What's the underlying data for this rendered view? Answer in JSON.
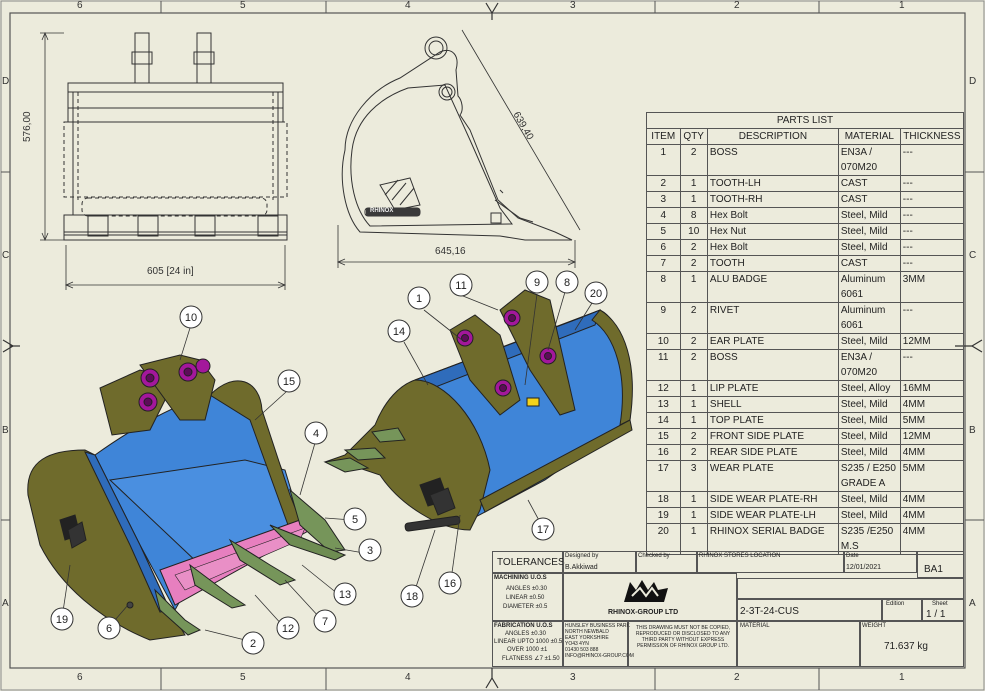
{
  "zones": {
    "columns": [
      "6",
      "5",
      "4",
      "3",
      "2",
      "1"
    ],
    "rows": [
      "D",
      "C",
      "B",
      "A"
    ]
  },
  "dimensions": {
    "front_height": "576,00",
    "front_width": "605 [24 in]",
    "side_diag": "639,40",
    "side_width": "645,16"
  },
  "side_view_badge": "RHINOX",
  "parts_list": {
    "title": "PARTS LIST",
    "headers": [
      "ITEM",
      "QTY",
      "DESCRIPTION",
      "MATERIAL",
      "THICKNESS"
    ],
    "rows": [
      {
        "item": "1",
        "qty": "2",
        "desc": "BOSS",
        "mat": "EN3A / 070M20",
        "thk": "---"
      },
      {
        "item": "2",
        "qty": "1",
        "desc": "TOOTH-LH",
        "mat": "CAST",
        "thk": "---"
      },
      {
        "item": "3",
        "qty": "1",
        "desc": "TOOTH-RH",
        "mat": "CAST",
        "thk": "---"
      },
      {
        "item": "4",
        "qty": "8",
        "desc": "Hex Bolt",
        "mat": "Steel, Mild",
        "thk": "---"
      },
      {
        "item": "5",
        "qty": "10",
        "desc": "Hex Nut",
        "mat": "Steel, Mild",
        "thk": "---"
      },
      {
        "item": "6",
        "qty": "2",
        "desc": "Hex Bolt",
        "mat": "Steel, Mild",
        "thk": "---"
      },
      {
        "item": "7",
        "qty": "2",
        "desc": "TOOTH",
        "mat": "CAST",
        "thk": "---"
      },
      {
        "item": "8",
        "qty": "1",
        "desc": "ALU BADGE",
        "mat": "Aluminum 6061",
        "thk": "3MM"
      },
      {
        "item": "9",
        "qty": "2",
        "desc": "RIVET",
        "mat": "Aluminum 6061",
        "thk": "---"
      },
      {
        "item": "10",
        "qty": "2",
        "desc": "EAR PLATE",
        "mat": "Steel, Mild",
        "thk": "12MM"
      },
      {
        "item": "11",
        "qty": "2",
        "desc": "BOSS",
        "mat": "EN3A / 070M20",
        "thk": "---"
      },
      {
        "item": "12",
        "qty": "1",
        "desc": "LIP PLATE",
        "mat": "Steel, Alloy",
        "thk": "16MM"
      },
      {
        "item": "13",
        "qty": "1",
        "desc": "SHELL",
        "mat": "Steel, Mild",
        "thk": "4MM"
      },
      {
        "item": "14",
        "qty": "1",
        "desc": "TOP PLATE",
        "mat": "Steel, Mild",
        "thk": "5MM"
      },
      {
        "item": "15",
        "qty": "2",
        "desc": "FRONT SIDE PLATE",
        "mat": "Steel, Mild",
        "thk": "12MM"
      },
      {
        "item": "16",
        "qty": "2",
        "desc": "REAR SIDE PLATE",
        "mat": "Steel, Mild",
        "thk": "4MM"
      },
      {
        "item": "17",
        "qty": "3",
        "desc": "WEAR PLATE",
        "mat": "S235 / E250 GRADE A",
        "thk": "5MM"
      },
      {
        "item": "18",
        "qty": "1",
        "desc": "SIDE WEAR PLATE-RH",
        "mat": "Steel, Mild",
        "thk": "4MM"
      },
      {
        "item": "19",
        "qty": "1",
        "desc": "SIDE WEAR PLATE-LH",
        "mat": "Steel, Mild",
        "thk": "4MM"
      },
      {
        "item": "20",
        "qty": "1",
        "desc": "RHINOX SERIAL BADGE",
        "mat": "S235 /E250 M.S",
        "thk": "4MM"
      }
    ]
  },
  "title_block": {
    "tolerances": "TOLERANCES",
    "designed_by_label": "Designed by",
    "designed_by": "B.Akkiwad",
    "checked_by_label": "Checked by",
    "location": "RHINOX STORES LOCATION",
    "date_label": "Date",
    "date": "12/01/2021",
    "size": "BA1",
    "machining_title": "MACHINING U.O.S",
    "machining_lines": [
      "ANGLES ±0.30",
      "LINEAR ±0.50",
      "DIAMETER ±0.5"
    ],
    "fabrication_title": "FABRICATION U.O.S",
    "fabrication_lines": [
      "ANGLES ±0.30",
      "LINEAR UPTO 1000 ±0.5",
      "OVER 1000 ±1",
      "FLATNESS ∠7 ±1.50"
    ],
    "company": "RHINOX-GROUP LTD",
    "address_lines": [
      "HUNSLEY BUSINESS PARK",
      "NORTH NEWBALD",
      "EAST YORKSHIRE",
      "YO43 4YN",
      "01430 503 888",
      "INFO@RHINOX-GROUP.COM"
    ],
    "notice_lines": [
      "THIS DRAWING MUST NOT BE COPIED,",
      "REPRODUCED OR DISCLOSED TO ANY",
      "THIRD PARTY WITHOUT EXPRESS",
      "PERMISSION OF RHINOX GROUP LTD."
    ],
    "part_number": "2-3T-24-CUS",
    "edition_label": "Edition",
    "sheet_label": "Sheet",
    "sheet": "1 / 1",
    "material_label": "MATERIAL",
    "weight_label": "WEIGHT",
    "weight": "71.637 kg"
  },
  "balloons": [
    "1",
    "2",
    "3",
    "4",
    "5",
    "6",
    "7",
    "8",
    "9",
    "10",
    "11",
    "12",
    "13",
    "14",
    "15",
    "16",
    "17",
    "18",
    "19",
    "20"
  ],
  "colors": {
    "background": "#ecebdc",
    "shell_blue": "#3f85d8",
    "plate_olive": "#6f6b2c",
    "lip_pink": "#e77fbf",
    "tooth_green": "#76955a",
    "boss_purple": "#a3179b"
  }
}
